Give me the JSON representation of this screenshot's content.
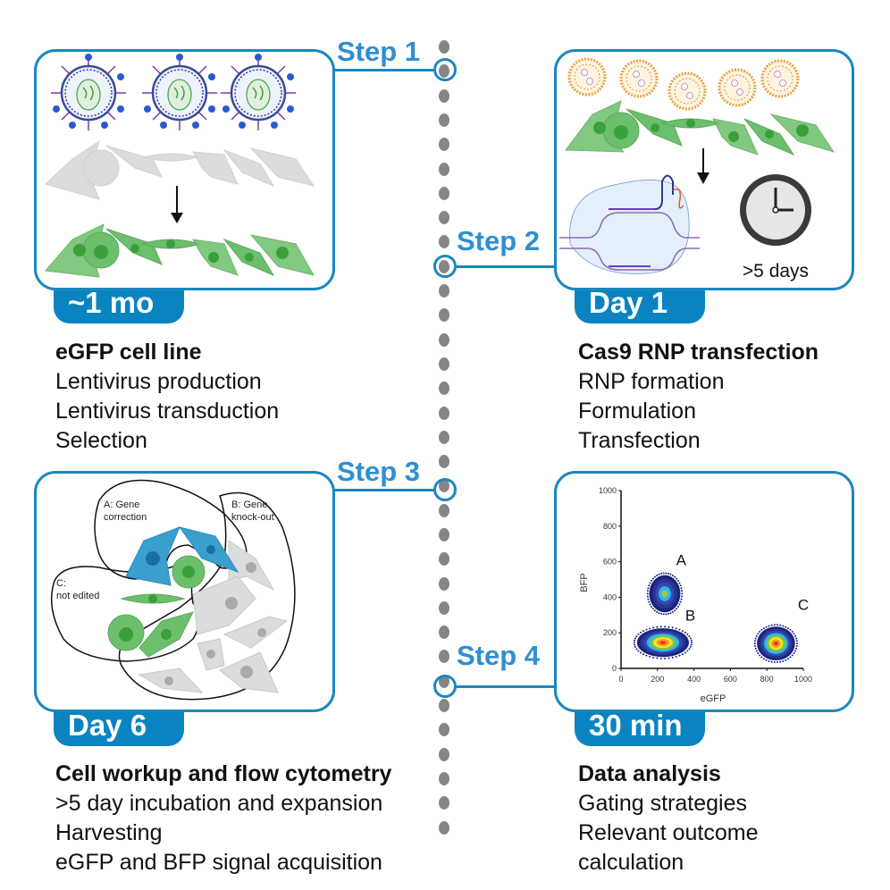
{
  "steps": [
    {
      "step_label": "Step 1",
      "duration": "~1 mo",
      "title": "eGFP cell line",
      "items": [
        "Lentivirus production",
        "Lentivirus transduction",
        "Selection"
      ],
      "illustration": {
        "icons": [
          "lentivirus-icon",
          "gray-cell-icon",
          "green-cell-icon",
          "arrow-down-icon"
        ]
      }
    },
    {
      "step_label": "Step 2",
      "duration": "Day 1",
      "title": "Cas9 RNP transfection",
      "items": [
        "RNP formation",
        "Formulation",
        "Transfection"
      ],
      "illustration": {
        "clock_label": ">5 days",
        "icons": [
          "lipid-nanoparticle-icon",
          "green-cell-icon",
          "cas9-rnp-icon",
          "clock-icon",
          "arrow-down-icon"
        ]
      }
    },
    {
      "step_label": "Step 3",
      "duration": "Day 6",
      "title": "Cell workup and flow cytometry",
      "items": [
        ">5 day incubation and expansion",
        "Harvesting",
        "eGFP and BFP signal acquisition"
      ],
      "illustration": {
        "group_labels": {
          "a_line1": "A: Gene",
          "a_line2": "correction",
          "b_line1": "B: Gene",
          "b_line2": "knock-out",
          "c_line1": "C:",
          "c_line2": "not edited"
        }
      }
    },
    {
      "step_label": "Step 4",
      "duration": "30 min",
      "title": "Data analysis",
      "items": [
        "Gating strategies",
        "Relevant outcome",
        "calculation"
      ]
    }
  ],
  "colors": {
    "accent": "#1a87c0",
    "tab": "#0a84c0",
    "step_text": "#2f8fd0",
    "timeline_dot": "#858585",
    "green_cell": "#6cbf6c",
    "blue_cell": "#3a9fcf",
    "gray_cell": "#dcdcdc"
  },
  "chart_data": {
    "type": "scatter",
    "title": "",
    "xlabel": "eGFP",
    "ylabel": "BFP",
    "xlim": [
      0,
      1000
    ],
    "ylim": [
      0,
      1000
    ],
    "xticks": [
      0,
      200,
      400,
      600,
      800,
      1000
    ],
    "yticks": [
      0,
      200,
      400,
      600,
      800,
      1000
    ],
    "grid": false,
    "populations": [
      {
        "name": "A",
        "center": [
          240,
          420
        ],
        "spread": [
          90,
          110
        ],
        "peak_color": "green"
      },
      {
        "name": "B",
        "center": [
          230,
          145
        ],
        "spread": [
          150,
          85
        ],
        "peak_color": "red"
      },
      {
        "name": "C",
        "center": [
          850,
          140
        ],
        "spread": [
          110,
          100
        ],
        "peak_color": "red"
      }
    ],
    "annotations": [
      {
        "text": "A",
        "x": 330,
        "y": 580
      },
      {
        "text": "B",
        "x": 380,
        "y": 270
      },
      {
        "text": "C",
        "x": 1000,
        "y": 330
      }
    ]
  }
}
